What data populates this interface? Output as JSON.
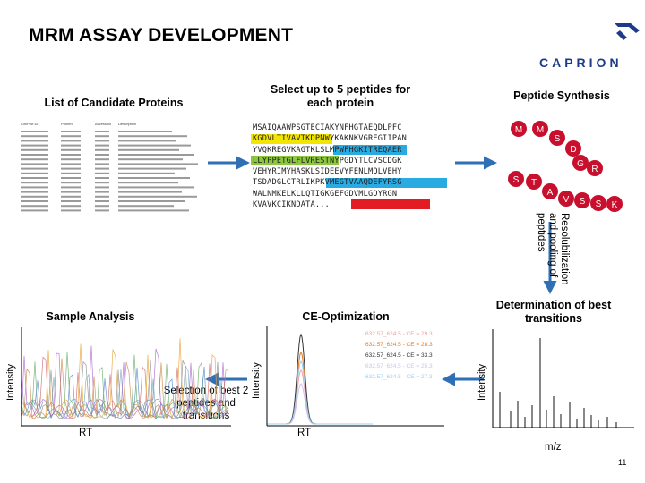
{
  "slide": {
    "title": "MRM ASSAY DEVELOPMENT",
    "logo_text": "CAPRION",
    "page_number": "11"
  },
  "sections": {
    "candidate_proteins": "List of Candidate Proteins",
    "select_peptides": "Select up to 5 peptides for each protein",
    "peptide_synthesis": "Peptide Synthesis",
    "resolubilization": "Resolubilization and pooling of peptides",
    "best_transitions": "Determination of best transitions",
    "ce_optimization": "CE-Optimization",
    "sample_analysis": "Sample Analysis",
    "selection_best": "Selection of best 2 peptides and transitions"
  },
  "sequence_lines": [
    "MSAIQAAWPSGTECIAKYNFHGTAEQDLPFC",
    "KGDVLTIVAVTKDPNWYKAKNKVGREGIIPAN",
    "YVQKREGVKAGTKLSLMPWFHGKITREQAER",
    "LLYPPETGLFLVRESTNYPGDYTLCVSCDGK",
    "VEHYRIMYHASKLSIDEEVYFENLMQLVEHY",
    "TSDADGLCTRLIKPKVMEGTVAAQDEFYRSG",
    "WALNMKELKLLQTIGKGEFGDVMLGDYRGN",
    "KVAVKCIKNDATA..."
  ],
  "peptide_beads": [
    "M",
    "M",
    "S",
    "D",
    "G",
    "R",
    "S",
    "T",
    "A",
    "V",
    "S",
    "S",
    "K"
  ],
  "colors": {
    "bead": "#c8102e",
    "logo_blue": "#1e3a8a",
    "arrow_blue": "#2f6fb5",
    "highlight_yellow": "#f2e600",
    "highlight_green": "#8dc63f",
    "highlight_blue": "#29aae1",
    "highlight_red": "#e31b23"
  },
  "ce_legend": [
    "632.57_624.5 - CE = 29.3",
    "632.57_624.5 - CE = 28.3",
    "632.57_624.5 - CE = 33.3",
    "632.57_624.5 - CE = 25.3",
    "632.57_624.5 - CE = 27.3"
  ],
  "protein_table": {
    "headers": [
      "UniProt ID",
      "Protein",
      "Accession",
      "Description"
    ]
  },
  "axes": {
    "intensity": "Intensity",
    "rt": "RT",
    "mz": "m/z"
  }
}
